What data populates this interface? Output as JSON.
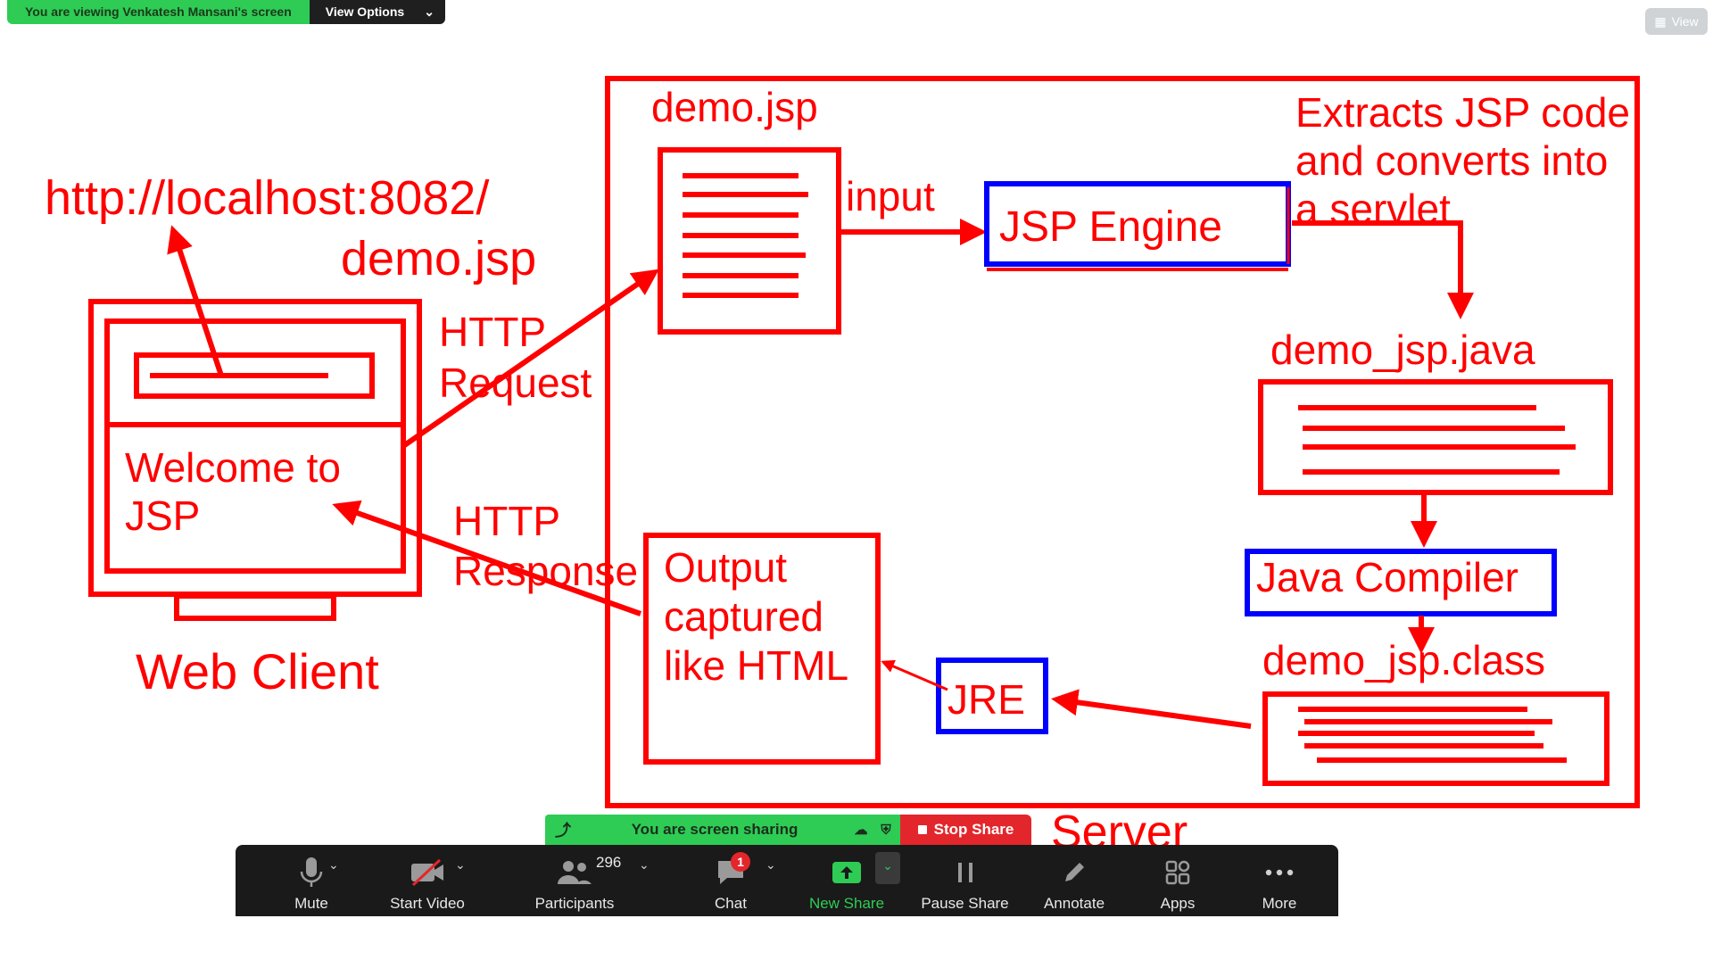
{
  "banner": {
    "viewing_text": "You are viewing Venkatesh Mansani's screen",
    "options_label": "View Options"
  },
  "view_button": {
    "label": "View"
  },
  "diagram": {
    "url_line1": "http://localhost:8082/",
    "url_line2": "demo.jsp",
    "welcome_line1": "Welcome to",
    "welcome_line2": "JSP",
    "web_client": "Web Client",
    "http_request_1": "HTTP",
    "http_request_2": "Request",
    "http_response_1": "HTTP",
    "http_response_2": "Response",
    "demo_jsp": "demo.jsp",
    "input": "input",
    "jsp_engine": "JSP Engine",
    "extracts_1": "Extracts JSP code",
    "extracts_2": "and converts into",
    "extracts_3": "a servlet",
    "demo_jsp_java": "demo_jsp.java",
    "java_compiler": "Java Compiler",
    "demo_jsp_class": "demo_jsp.class",
    "jre": "JRE",
    "output_1": "Output",
    "output_2": "captured",
    "output_3": "like HTML",
    "server": "Server"
  },
  "share_bar": {
    "sharing_text": "You are screen sharing",
    "stop_label": "Stop Share"
  },
  "toolbar": {
    "mute": "Mute",
    "start_video": "Start Video",
    "participants": "Participants",
    "participants_count": "296",
    "chat": "Chat",
    "chat_badge": "1",
    "new_share": "New Share",
    "pause_share": "Pause Share",
    "annotate": "Annotate",
    "apps": "Apps",
    "more": "More"
  },
  "colors": {
    "ink_red": "#ff0000",
    "ink_blue": "#0000ff",
    "share_green": "#2ecc55",
    "stop_red": "#e3262b",
    "toolbar_bg": "#1a1a1a"
  }
}
